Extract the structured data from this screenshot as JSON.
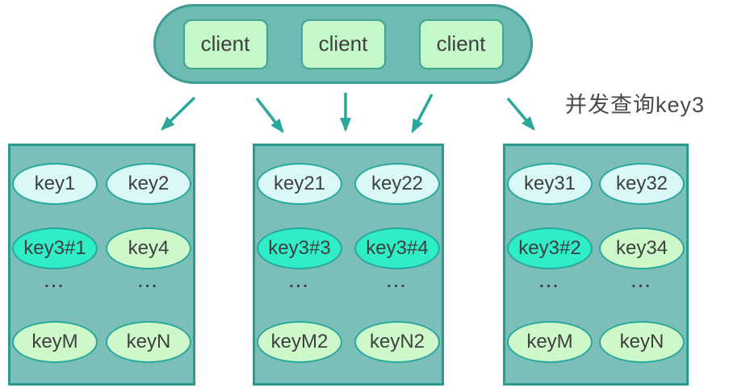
{
  "annotation": {
    "label": "并发查询key3"
  },
  "clients": {
    "items": [
      {
        "label": "client"
      },
      {
        "label": "client"
      },
      {
        "label": "client"
      }
    ]
  },
  "shards": [
    {
      "cells": [
        {
          "text": "key1",
          "type": "cyan"
        },
        {
          "text": "key2",
          "type": "cyan"
        },
        {
          "text": "key3#1",
          "type": "highlight"
        },
        {
          "text": "key4",
          "type": "green"
        },
        {
          "text": "...",
          "type": "dots"
        },
        {
          "text": "...",
          "type": "dots"
        },
        {
          "text": "keyM",
          "type": "green"
        },
        {
          "text": "keyN",
          "type": "green"
        }
      ]
    },
    {
      "cells": [
        {
          "text": "key21",
          "type": "cyan"
        },
        {
          "text": "key22",
          "type": "cyan"
        },
        {
          "text": "key3#3",
          "type": "highlight"
        },
        {
          "text": "key3#4",
          "type": "highlight"
        },
        {
          "text": "...",
          "type": "dots"
        },
        {
          "text": "...",
          "type": "dots"
        },
        {
          "text": "keyM2",
          "type": "green"
        },
        {
          "text": "keyN2",
          "type": "green"
        }
      ]
    },
    {
      "cells": [
        {
          "text": "key31",
          "type": "cyan"
        },
        {
          "text": "key32",
          "type": "cyan"
        },
        {
          "text": "key3#2",
          "type": "highlight"
        },
        {
          "text": "key34",
          "type": "green"
        },
        {
          "text": "...",
          "type": "dots"
        },
        {
          "text": "...",
          "type": "dots"
        },
        {
          "text": "keyM",
          "type": "green"
        },
        {
          "text": "keyN",
          "type": "green"
        }
      ]
    }
  ],
  "colors": {
    "pill_fill": "#6ebbb4",
    "pill_border": "#3b9c93",
    "client_fill": "#c4f8ca",
    "client_border": "#43a38b",
    "shard_fill": "#7cbfb9",
    "shard_border": "#2b9b92",
    "cyan_fill": "#daf8f7",
    "green_fill": "#cef8ca",
    "highlight_fill": "#2fedc6",
    "ellipse_border": "#29a89d",
    "arrow": "#2aa79b",
    "text": "#3f3f3f",
    "annotation_text": "#4a4a4a"
  }
}
